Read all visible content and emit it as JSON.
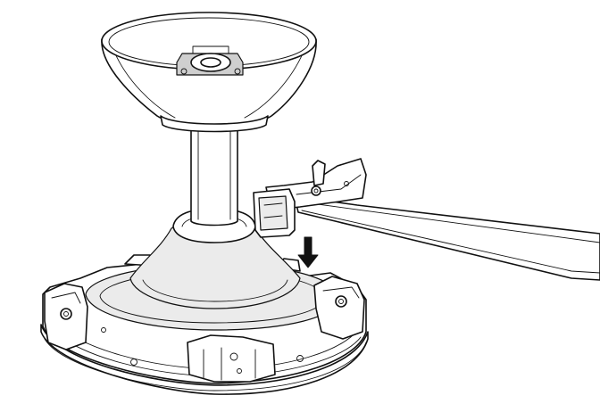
{
  "illustration": {
    "style": "line-art",
    "colors": {
      "line": "#111111",
      "background": "#ffffff",
      "shade": "#ebebeb"
    },
    "parts": [
      "canopy-bowl",
      "down-rod",
      "motor-housing",
      "mounting-base",
      "fan-blade",
      "blade-bracket"
    ],
    "direction_indicator": "down-arrow-icon"
  }
}
